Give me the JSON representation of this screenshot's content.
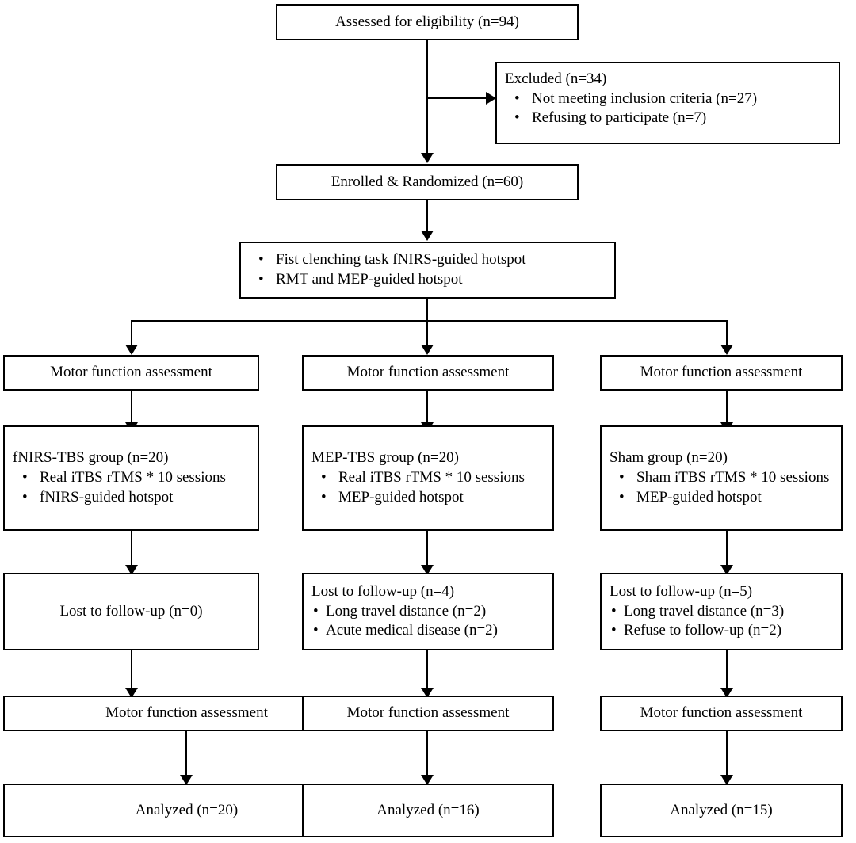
{
  "diagram": {
    "title": "CONSORT participant flow diagram",
    "line_color": "#000000",
    "background": "#ffffff",
    "boxes": {
      "assessed": "Assessed for eligibility (n=94)",
      "excluded_header": "Excluded  (n=34)",
      "excluded_items": [
        "Not meeting inclusion criteria (n=27)",
        "Refusing to participate (n=7)"
      ],
      "enrolled": "Enrolled & Randomized (n=60)",
      "baseline_items": [
        "Fist clenching task fNIRS-guided hotspot",
        "RMT and MEP-guided hotspot"
      ]
    },
    "arms": [
      {
        "assessment_pre": "Motor function assessment",
        "group_header": "fNIRS-TBS group (n=20)",
        "group_items": [
          "Real iTBS rTMS * 10 sessions",
          "fNIRS-guided hotspot"
        ],
        "lost_header": "Lost to follow-up (n=0)",
        "lost_items": [],
        "assessment_post": "Motor function assessment",
        "analyzed": "Analyzed (n=20)"
      },
      {
        "assessment_pre": "Motor function assessment",
        "group_header": "MEP-TBS group (n=20)",
        "group_items": [
          "Real iTBS rTMS * 10 sessions",
          "MEP-guided hotspot"
        ],
        "lost_header": "Lost to follow-up (n=4)",
        "lost_items": [
          "Long travel distance (n=2)",
          "Acute medical disease (n=2)"
        ],
        "assessment_post": "Motor function assessment",
        "analyzed": "Analyzed (n=16)"
      },
      {
        "assessment_pre": "Motor function assessment",
        "group_header": "Sham group (n=20)",
        "group_items": [
          "Sham iTBS rTMS * 10 sessions",
          "MEP-guided hotspot"
        ],
        "lost_header": "Lost to follow-up (n=5)",
        "lost_items": [
          "Long travel distance (n=3)",
          "Refuse to follow-up (n=2)"
        ],
        "assessment_post": "Motor function assessment",
        "analyzed": "Analyzed (n=15)"
      }
    ]
  }
}
